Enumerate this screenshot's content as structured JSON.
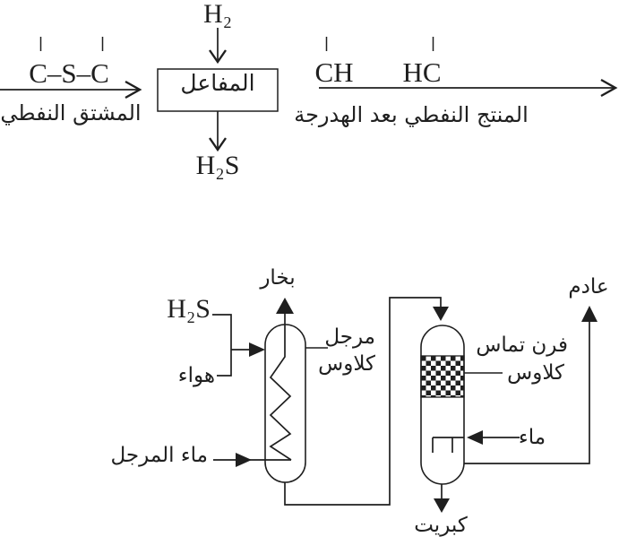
{
  "colors": {
    "ink": "#1f1f1f",
    "background": "#ffffff"
  },
  "hydrotreating": {
    "feed_formula": "C–S–C",
    "feed_label": "المشتق النفطي",
    "hydrogen": "H₂",
    "reactor": "المفاعل",
    "hydrogen_sulfide": "H₂S",
    "product_fragment_left": "CH",
    "product_fragment_right": "HC",
    "product_label": "المنتج النفطي بعد الهدرجة"
  },
  "claus": {
    "steam": "بخار",
    "hydrogen_sulfide": "H₂S",
    "air": "هواء",
    "boiler_water": "ماء المرجل",
    "boiler_name_line1": "مرجل",
    "boiler_name_line2": "كلاوس",
    "furnace_name_line1": "فرن تماس",
    "furnace_name_line2": "كلاوس",
    "water": "ماء",
    "exhaust": "عادم",
    "sulfur": "كبريت"
  }
}
